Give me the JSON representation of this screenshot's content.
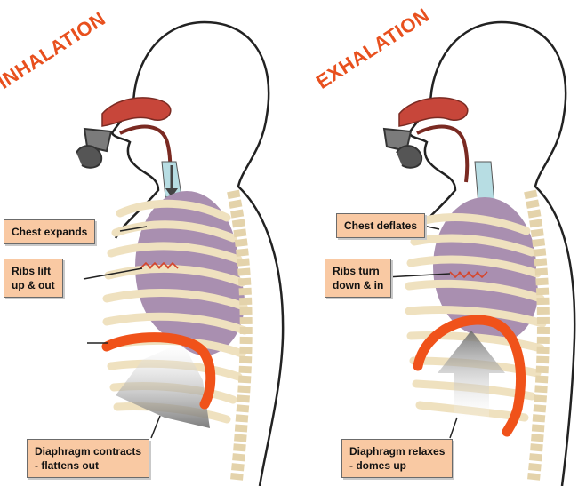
{
  "panels": {
    "inhalation": {
      "title": "INHALATION",
      "labels": {
        "chest": "Chest expands",
        "ribs": [
          "Ribs lift",
          "up & out"
        ],
        "diaphragm": [
          "Diaphragm contracts",
          "- flattens out"
        ]
      }
    },
    "exhalation": {
      "title": "EXHALATION",
      "labels": {
        "chest": "Chest deflates",
        "ribs": [
          "Ribs turn",
          "down & in"
        ],
        "diaphragm": [
          "Diaphragm relaxes",
          "- domes up"
        ]
      }
    }
  },
  "colors": {
    "title": "#e8501e",
    "label_fill": "#f9c9a3",
    "diaphragm": "#f0521a",
    "lung": "#a98fb0",
    "rib": "#efe1bf",
    "airway": "#c7463a",
    "trachea": "#b7dde3"
  }
}
